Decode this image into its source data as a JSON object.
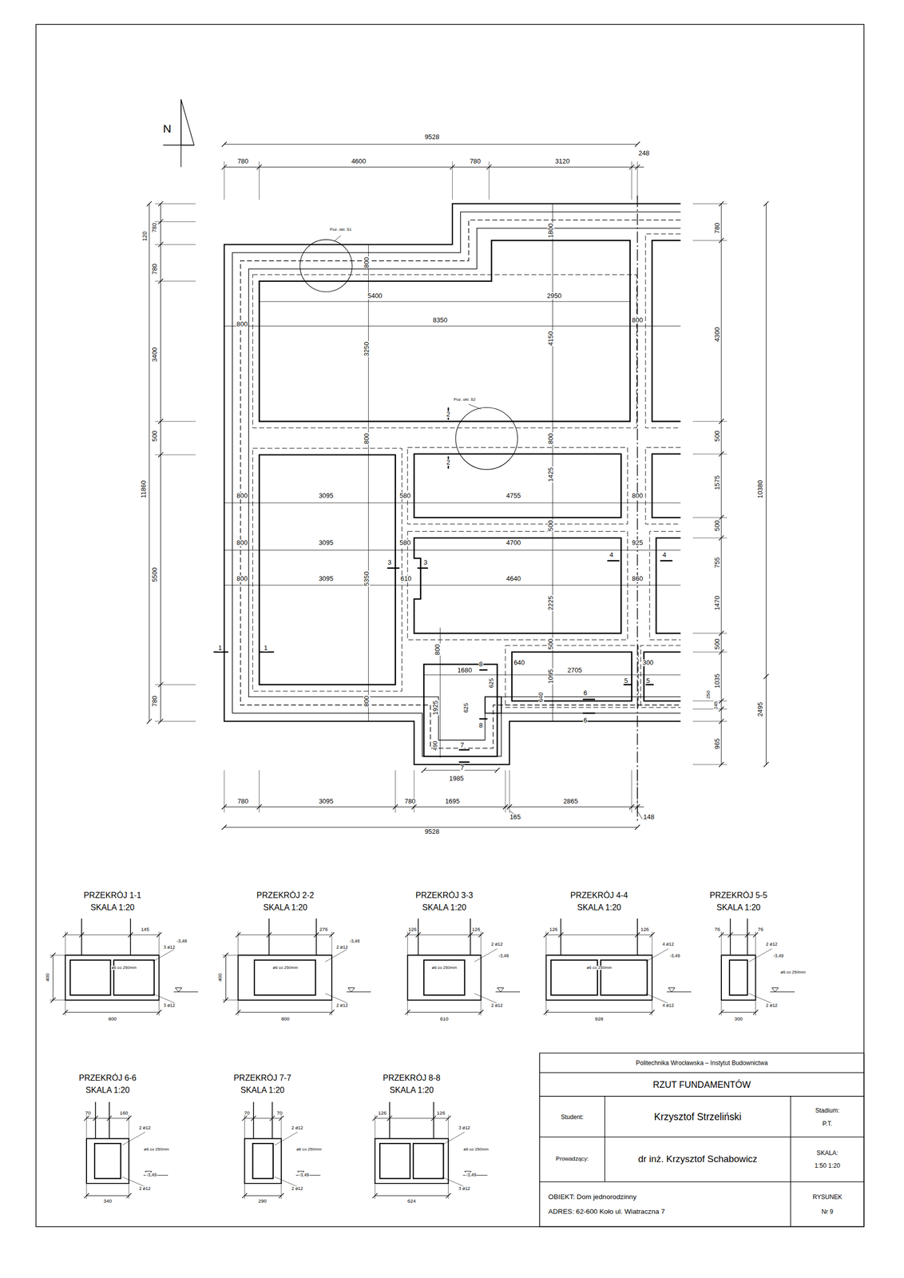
{
  "diagram": {
    "title": "RZUT FUNDAMENTÓW",
    "labels": [
      "N",
      "9528",
      "780",
      "4600",
      "780",
      "3120",
      "248",
      "120",
      "780",
      "780",
      "3400",
      "500",
      "5500",
      "780",
      "11860",
      "780",
      "4300",
      "500",
      "1575",
      "500",
      "755",
      "1470",
      "500",
      "1035",
      "250",
      "245",
      "965",
      "10380",
      "2495",
      "Poz. okł. S1",
      "1800",
      "800",
      "5400",
      "2950",
      "8350",
      "800",
      "800",
      "3250",
      "4150",
      "Poz. okł. S2",
      "2",
      "2",
      "800",
      "800",
      "1425",
      "800",
      "3095",
      "580",
      "4755",
      "800",
      "500",
      "800",
      "3095",
      "580",
      "4700",
      "925",
      "5350",
      "3",
      "3",
      "4",
      "4",
      "800",
      "3095",
      "610",
      "4640",
      "860",
      "2225",
      "1",
      "1",
      "800",
      "500",
      "1680",
      "640",
      "2705",
      "300",
      "8",
      "625",
      "5",
      "5",
      "6",
      "6",
      "640",
      "1095",
      "1925",
      "625",
      "8",
      "800",
      "490",
      "7",
      "7",
      "1985",
      "780",
      "3095",
      "780",
      "1695",
      "2865",
      "165",
      "148",
      "9528",
      "PRZEKRÓJ 1-1",
      "SKALA 1:20",
      "145",
      "3 ø12",
      "ø6 co 250mm",
      "400",
      "-3,48",
      "3 ø12",
      "800",
      "PRZEKRÓJ 2-2",
      "SKALA 1:20",
      "276",
      "2 ø12",
      "ø6 co 250mm",
      "400",
      "-3,48",
      "2 ø12",
      "800",
      "PRZEKRÓJ 3-3",
      "SKALA 1:20",
      "126",
      "126",
      "2 ø12",
      "ø6 co 250mm",
      "-3,48",
      "2 ø12",
      "610",
      "PRZEKRÓJ 4-4",
      "SKALA 1:20",
      "126",
      "126",
      "4 ø12",
      "ø6 co 250mm",
      "-3,49",
      "4 ø12",
      "928",
      "PRZEKRÓJ 5-5",
      "SKALA 1:20",
      "76",
      "76",
      "2 ø12",
      "ø6 co 250mm",
      "-3,49",
      "2 ø12",
      "300",
      "PRZEKRÓJ 6-6",
      "SKALA 1:20",
      "70",
      "160",
      "2 ø12",
      "ø6 co 250mm",
      "-3,49",
      "2 ø12",
      "340",
      "PRZEKRÓJ 7-7",
      "SKALA 1:20",
      "70",
      "70",
      "2 ø12",
      "ø6 co 250mm",
      "-3,49",
      "2 ø12",
      "290",
      "PRZEKRÓJ 8-8",
      "SKALA 1:20",
      "126",
      "126",
      "3 ø12",
      "ø6 co 250mm",
      "-3,49",
      "3 ø12",
      "624",
      "Politechnika Wrocławska – Instytut Budownictwa",
      "Student:",
      "Krzysztof Strzeliński",
      "Stadium:",
      "P.T.",
      "Prowadzący:",
      "dr inż. Krzysztof Schabowicz",
      "SKALA:",
      "1:50 1:20",
      "OBIEKT: Dom jednorodzinny",
      "ADRES: 62-600 Koło ul. Wiatraczna 7",
      "RYSUNEK",
      "Nr 9"
    ]
  }
}
